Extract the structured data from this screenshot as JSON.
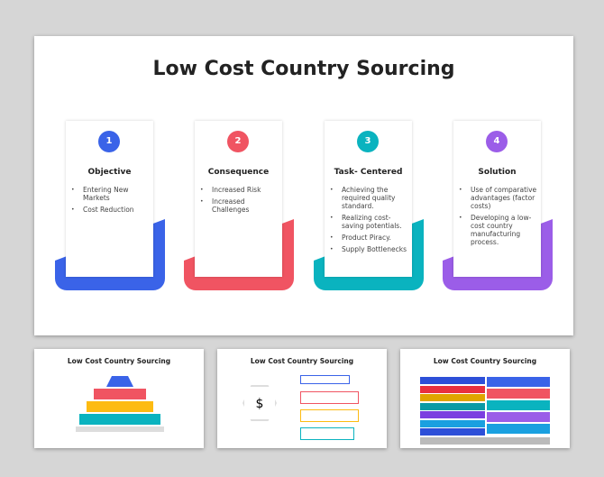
{
  "main": {
    "title": "Low Cost Country Sourcing",
    "cards": [
      {
        "number": "1",
        "heading": "Objective",
        "color": "#3a63e8",
        "bullets": [
          "Entering New Markets",
          "Cost Reduction"
        ]
      },
      {
        "number": "2",
        "heading": "Consequence",
        "color": "#f05462",
        "bullets": [
          "Increased Risk",
          "Increased Challenges"
        ]
      },
      {
        "number": "3",
        "heading": "Task- Centered",
        "color": "#0ab3bf",
        "bullets": [
          "Achieving the required quality standard.",
          "Realizing cost-saving potentials.",
          "Product Piracy.",
          "Supply Bottlenecks"
        ]
      },
      {
        "number": "4",
        "heading": "Solution",
        "color": "#9b5de8",
        "bullets": [
          "Use of comparative advantages (factor costs)",
          "Developing a low-cost country manufacturing process."
        ]
      }
    ]
  },
  "thumbnails": [
    {
      "title": "Low Cost Country Sourcing"
    },
    {
      "title": "Low Cost Country Sourcing"
    },
    {
      "title": "Low Cost Country Sourcing"
    }
  ]
}
